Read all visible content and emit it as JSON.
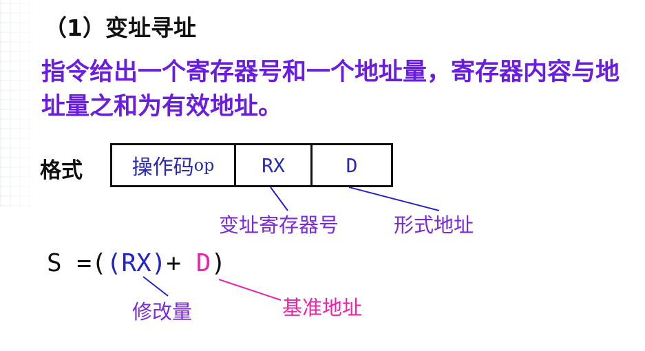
{
  "heading": "（1）变址寻址",
  "description": "指令给出一个寄存器号和一个地址量，寄存器内容与地址量之和为有效地址。",
  "format": {
    "label": "格式",
    "op_cell": "操作码",
    "op_suffix": "op",
    "rx_cell": "RX",
    "d_cell": "D"
  },
  "callouts": {
    "index_register_number": "变址寄存器号",
    "formal_address": "形式地址",
    "modifier": "修改量",
    "base_address": "基准地址"
  },
  "formula": {
    "prefix": "S =(",
    "rx_term": "(RX)",
    "plus": "+ ",
    "d_term": "D",
    "suffix": ")"
  },
  "colors": {
    "text": "#111111",
    "description": "#6a1de0",
    "label": "#7a2ad8",
    "connector_blue": "#2222cc",
    "highlight_pink": "#ee22aa",
    "format_text": "#2a2ab0"
  }
}
